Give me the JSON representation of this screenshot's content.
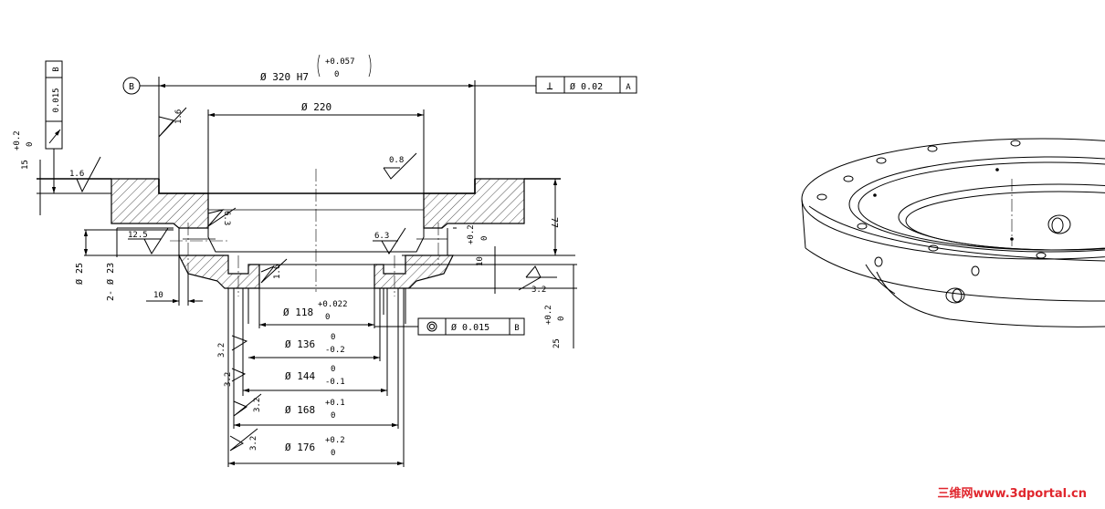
{
  "drawing": {
    "datum_b": "B",
    "bore_320": {
      "dia": "Ø 320 H7",
      "tol_upper": "+0.057",
      "tol_lower": "0"
    },
    "bore_220": "Ø 220",
    "perp_frame": {
      "symbol": "⊥",
      "value": "Ø 0.02",
      "datum": "A"
    },
    "runout_frame": {
      "value": "0.015",
      "datum": "B"
    },
    "dim_15": {
      "value": "15",
      "tol_upper": "+0.2",
      "tol_lower": "0"
    },
    "dim_77": "77",
    "dim_10_right": {
      "value": "10",
      "tol_upper": "+0.2",
      "tol_lower": "0"
    },
    "dim_25_right": {
      "value": "25",
      "tol_upper": "+0.2",
      "tol_lower": "0"
    },
    "dim_10_bottom": "10",
    "hole_d25": "Ø 25",
    "hole_d23": "2- Ø 23",
    "rough": {
      "r1": "1.6",
      "r2": "1.6",
      "r3": "0.8",
      "r4": "6.3",
      "r5": "12.5",
      "r6": "6.3",
      "r7": "1.6",
      "r8": "3.2",
      "r9": "3.2",
      "r10": "3.2",
      "r11": "3.2",
      "r12": "3.2"
    },
    "d118": {
      "dia": "Ø 118",
      "tol_upper": "+0.022",
      "tol_lower": "0"
    },
    "conc_frame": {
      "symbol": "◎",
      "value": "Ø 0.015",
      "datum": "B"
    },
    "d136": {
      "dia": "Ø 136",
      "tol_upper": "0",
      "tol_lower": "-0.2"
    },
    "d144": {
      "dia": "Ø 144",
      "tol_upper": "0",
      "tol_lower": "-0.1"
    },
    "d168": {
      "dia": "Ø 168",
      "tol_upper": "+0.1",
      "tol_lower": "0"
    },
    "d176": {
      "dia": "Ø 176",
      "tol_upper": "+0.2",
      "tol_lower": "0"
    }
  },
  "watermark": "三维网www.3dportal.cn"
}
